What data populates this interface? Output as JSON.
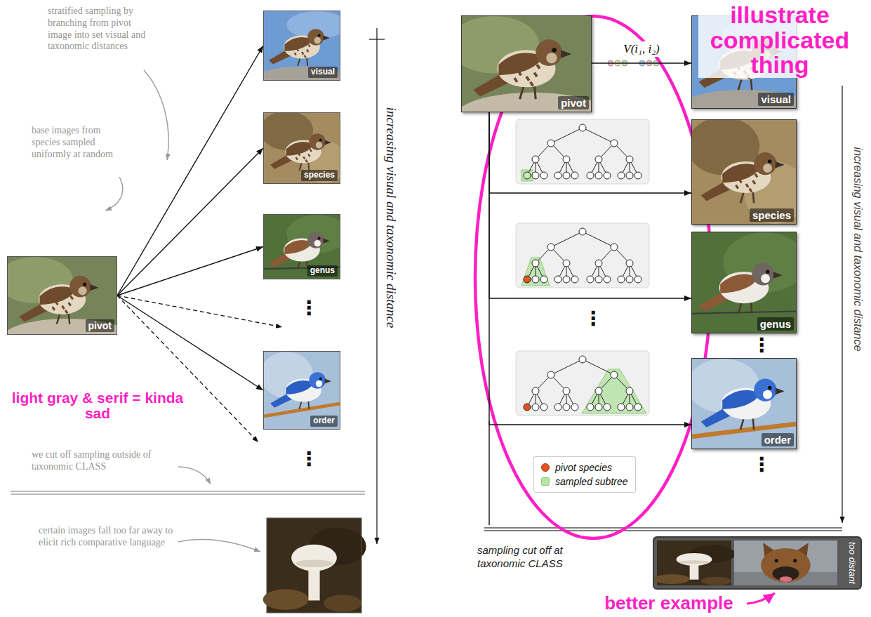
{
  "diagram": {
    "nodes": [
      {
        "text": [
          "pivot"
        ]
      },
      {
        "text": [
          "visual"
        ]
      },
      {
        "text": [
          "species"
        ]
      },
      {
        "text": [
          "genus"
        ]
      },
      {
        "text": [
          "order"
        ]
      },
      {
        "text": [
          "pivot"
        ]
      },
      {
        "text": [
          "visual"
        ]
      },
      {
        "text": [
          "species"
        ]
      },
      {
        "text": [
          "genus"
        ]
      },
      {
        "text": [
          "order"
        ]
      },
      {
        "text": [
          "too distant"
        ]
      }
    ],
    "edges": [
      {
        "from": 0,
        "to": 1,
        "arrow": "to"
      },
      {
        "from": 0,
        "to": 2,
        "arrow": "to"
      },
      {
        "from": 0,
        "to": 3,
        "arrow": "to"
      },
      {
        "from": 0,
        "to": 4,
        "arrow": "to"
      },
      {
        "from": 5,
        "to": 6,
        "arrow": "to",
        "label": "V(i₁, i₂)"
      },
      {
        "from": 5,
        "to": 7,
        "arrow": "to"
      },
      {
        "from": 5,
        "to": 8,
        "arrow": "to"
      },
      {
        "from": 5,
        "to": 9,
        "arrow": "to"
      }
    ],
    "labels": [
      "stratified sampling by branching from pivot image into set visual and taxonomic distances",
      "base images from species sampled uniformly at random",
      "increasing visual and taxonomic distance",
      "⋮",
      "light gray & serif = kinda sad",
      "we cut off sampling outside of taxonomic CLASS",
      "⋮",
      "certain images fall too far away to elicit rich comparative language",
      "illustrate complicated thing",
      "increasing visual and taxonomic distance",
      "⋮",
      "⋮",
      "⋮",
      "sampling cut off at taxonomic CLASS",
      "better example"
    ],
    "legend": [
      {
        "text": "pivot species",
        "color": "#e8521e"
      },
      {
        "text": "sampled subtree",
        "color": "#b9e2a8"
      }
    ]
  }
}
